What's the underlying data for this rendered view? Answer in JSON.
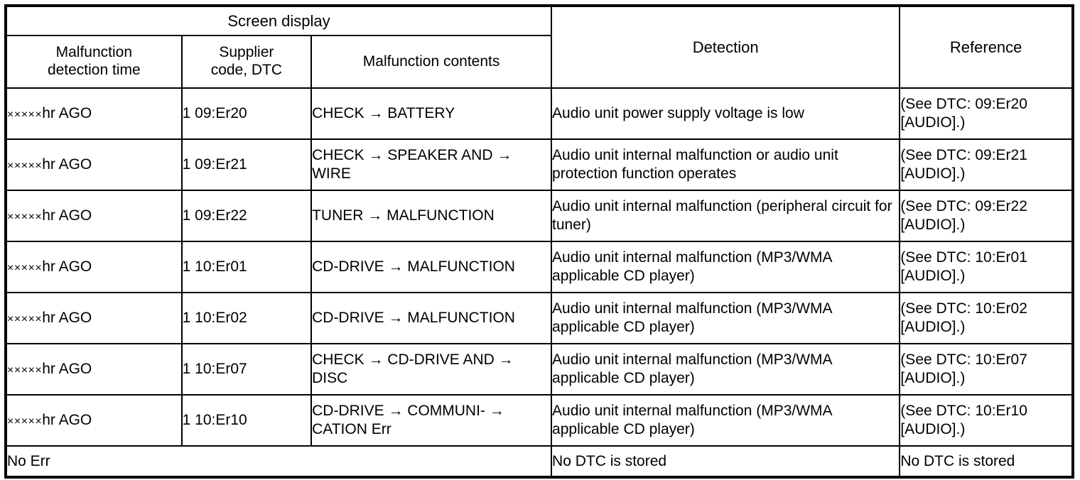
{
  "table": {
    "header": {
      "group_label": "Screen display",
      "columns": [
        "Malfunction detection time",
        "Supplier code, DTC",
        "Malfunction contents",
        "Detection",
        "Reference"
      ],
      "col_time_line1": "Malfunction",
      "col_time_line2": "detection time",
      "col_code_line1": "Supplier",
      "col_code_line2": "code, DTC",
      "col_contents": "Malfunction contents",
      "col_detection": "Detection",
      "col_reference": "Reference"
    },
    "rows": [
      {
        "time": "×××××hr AGO",
        "time_x": "×××××",
        "time_rest": "hr AGO",
        "code": "1 09:Er20",
        "contents": "CHECK → BATTERY",
        "detection": "Audio unit power supply voltage is low",
        "reference": "(See DTC: 09:Er20 [AUDIO].)"
      },
      {
        "time": "×××××hr AGO",
        "time_x": "×××××",
        "time_rest": "hr AGO",
        "code": "1 09:Er21",
        "contents": "CHECK → SPEAKER AND → WIRE",
        "detection": "Audio unit internal malfunction or audio unit protection function operates",
        "reference": "(See DTC: 09:Er21 [AUDIO].)"
      },
      {
        "time": "×××××hr AGO",
        "time_x": "×××××",
        "time_rest": "hr AGO",
        "code": "1 09:Er22",
        "contents": "TUNER → MALFUNCTION",
        "detection": "Audio unit internal malfunction (peripheral circuit for tuner)",
        "reference": "(See DTC: 09:Er22 [AUDIO].)"
      },
      {
        "time": "×××××hr AGO",
        "time_x": "×××××",
        "time_rest": "hr AGO",
        "code": "1 10:Er01",
        "contents": "CD-DRIVE → MALFUNCTION",
        "detection": "Audio unit internal malfunction (MP3/WMA applicable CD player)",
        "reference": "(See DTC: 10:Er01 [AUDIO].)"
      },
      {
        "time": "×××××hr AGO",
        "time_x": "×××××",
        "time_rest": "hr AGO",
        "code": "1 10:Er02",
        "contents": "CD-DRIVE → MALFUNCTION",
        "detection": "Audio unit internal malfunction (MP3/WMA applicable CD player)",
        "reference": "(See DTC: 10:Er02 [AUDIO].)"
      },
      {
        "time": "×××××hr AGO",
        "time_x": "×××××",
        "time_rest": "hr AGO",
        "code": "1 10:Er07",
        "contents": "CHECK → CD-DRIVE AND → DISC",
        "detection": "Audio unit internal malfunction (MP3/WMA applicable CD player)",
        "reference": "(See DTC: 10:Er07 [AUDIO].)"
      },
      {
        "time": "×××××hr AGO",
        "time_x": "×××××",
        "time_rest": "hr AGO",
        "code": "1 10:Er10",
        "contents": "CD-DRIVE → COMMUNI- → CATION Err",
        "detection": "Audio unit internal malfunction (MP3/WMA applicable CD player)",
        "reference": "(See DTC: 10:Er10 [AUDIO].)"
      }
    ],
    "footer_row": {
      "label": "No Err",
      "detection": "No DTC is stored",
      "reference": "No DTC is stored"
    }
  }
}
